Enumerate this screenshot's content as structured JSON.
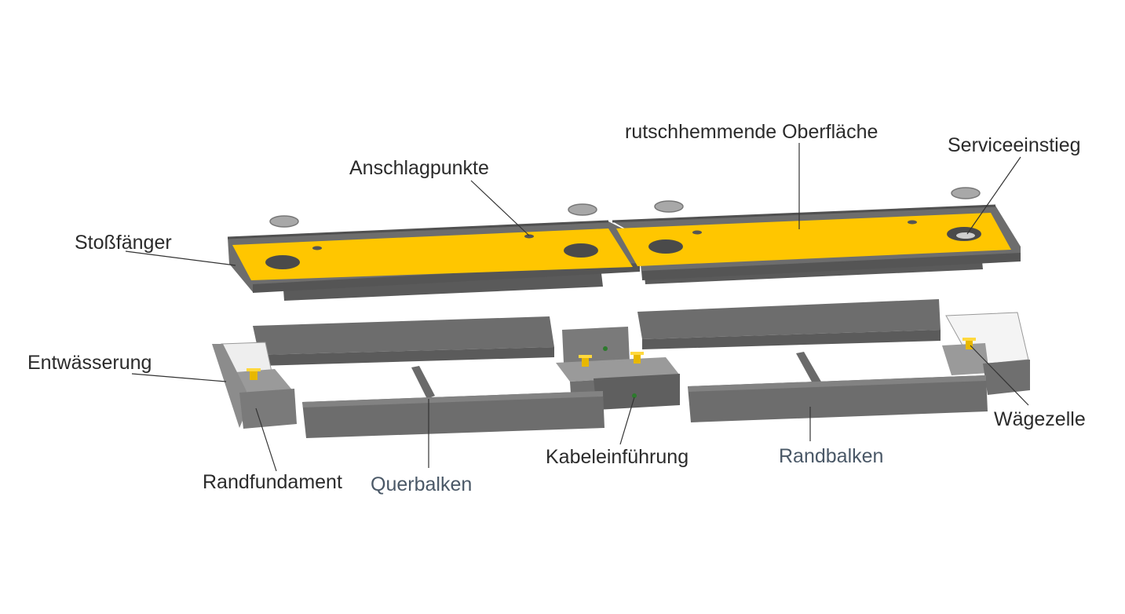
{
  "colors": {
    "surface": "#ffc600",
    "concrete": "#6b6b6b",
    "concrete_dark": "#515151",
    "concrete_light": "#8a8a8a",
    "pad": "#a8a8a8",
    "leader": "#333333",
    "label_dark": "#2b2b2b",
    "label_blue": "#4a5867",
    "weigh_cell": "#e8b800"
  },
  "labels": {
    "stossfaenger": "Stoßfänger",
    "anschlagpunkte": "Anschlagpunkte",
    "oberflaeche": "rutschhemmende Oberfläche",
    "serviceeinstieg": "Serviceeinstieg",
    "entwaesserung": "Entwässerung",
    "randfundament": "Randfundament",
    "querbalken": "Querbalken",
    "kabeleinfuehrung": "Kabeleinführung",
    "randbalken": "Randbalken",
    "waegezelle": "Wägezelle"
  }
}
